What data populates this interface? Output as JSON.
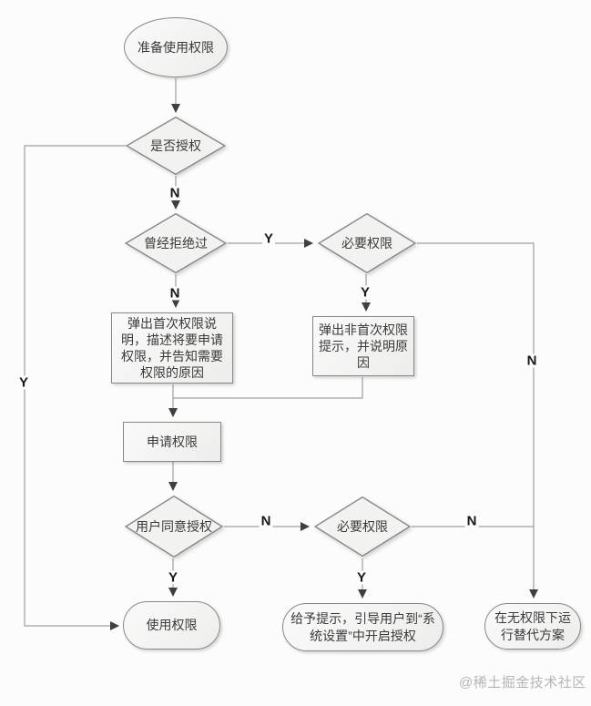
{
  "page": {
    "watermark": "@稀土掘金技术社区"
  },
  "colors": {
    "background": "#fcfcfc",
    "shape_fill": "#f2f2f0",
    "shape_border": "#878787",
    "connector_line": "#9e9e9e",
    "arrowhead": "#3f3f3f",
    "node_text": "#3a3a3a",
    "branch_label": "#161616",
    "watermark_text": "#b5b5b5"
  },
  "nodes": {
    "start": {
      "type": "ellipse",
      "label": "准备使用权限"
    },
    "is_authorized": {
      "type": "diamond",
      "label": "是否授权"
    },
    "previously_denied": {
      "type": "diamond",
      "label": "曾经拒绝过"
    },
    "necessary_permission_1": {
      "type": "diamond",
      "label": "必要权限"
    },
    "first_time_explain": {
      "type": "rect",
      "label": "弹出首次权限说明，描述将要申请权限，并告知需要权限的原因"
    },
    "non_first_time_prompt": {
      "type": "rect",
      "label": "弹出非首次权限提示，并说明原因"
    },
    "request_permission": {
      "type": "rect",
      "label": "申请权限"
    },
    "user_agrees": {
      "type": "diamond",
      "label": "用户同意授权"
    },
    "necessary_permission_2": {
      "type": "diamond",
      "label": "必要权限"
    },
    "use_permission": {
      "type": "stadium",
      "label": "使用权限"
    },
    "guide_to_settings": {
      "type": "stadium",
      "label": "给予提示，引导用户到“系统设置”中开启授权"
    },
    "fallback_plan": {
      "type": "stadium",
      "label": "在无权限下运行替代方案"
    }
  },
  "edges": {
    "authorized_yes": {
      "label": "Y"
    },
    "authorized_no": {
      "label": "N"
    },
    "denied_yes": {
      "label": "Y"
    },
    "denied_no": {
      "label": "N"
    },
    "necessary1_yes": {
      "label": "Y"
    },
    "necessary1_no": {
      "label": "N"
    },
    "agree_no": {
      "label": "N"
    },
    "agree_yes": {
      "label": "Y"
    },
    "necessary2_yes": {
      "label": "Y"
    },
    "necessary2_no": {
      "label": "N"
    }
  }
}
